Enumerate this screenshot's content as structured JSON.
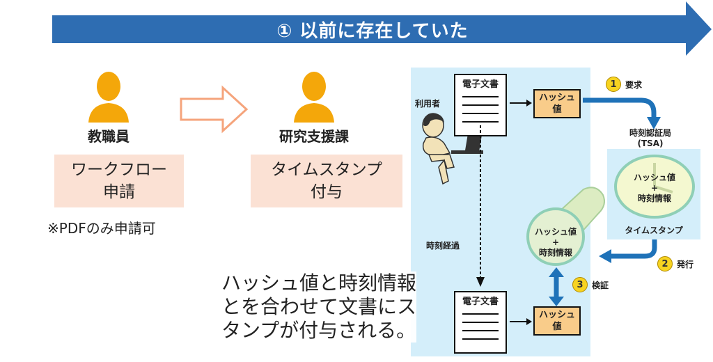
{
  "banner": {
    "title": "① 以前に存在していた",
    "color": "#2e6db2"
  },
  "left_flow": {
    "person1": {
      "role": "教職員",
      "box": [
        "ワークフロー",
        "申請"
      ]
    },
    "person2": {
      "role": "研究支援課",
      "box": [
        "タイムスタンプ",
        "付与"
      ]
    },
    "note": "※PDFのみ申請可",
    "person_color": "#f4a70a",
    "box_color": "#fbe1d4"
  },
  "timestamp_diagram": {
    "user_label": "利用者",
    "document_label": "電子文書",
    "hash_label": [
      "ハッシュ",
      "値"
    ],
    "step1": {
      "number": "1",
      "label": "要求"
    },
    "tsa_label": [
      "時刻認証局",
      "(TSA)"
    ],
    "clock_text": [
      "ハッシュ値",
      "+",
      "時刻情報"
    ],
    "timestamp_label": "タイムスタンプ",
    "stamp_text": [
      "ハッシュ値",
      "+",
      "時刻情報"
    ],
    "step2": {
      "number": "2",
      "label": "発行"
    },
    "step3": {
      "number": "3",
      "label": "検証"
    },
    "elapsed_label": "時刻経過",
    "document_label_2": "電子文書",
    "hash_label_2": [
      "ハッシュ",
      "値"
    ],
    "arrow_color": "#1f72b8"
  },
  "caption": [
    "ハッシュ値と時刻情報",
    "とを合わせて文書にス",
    "タンプが付与される。"
  ]
}
